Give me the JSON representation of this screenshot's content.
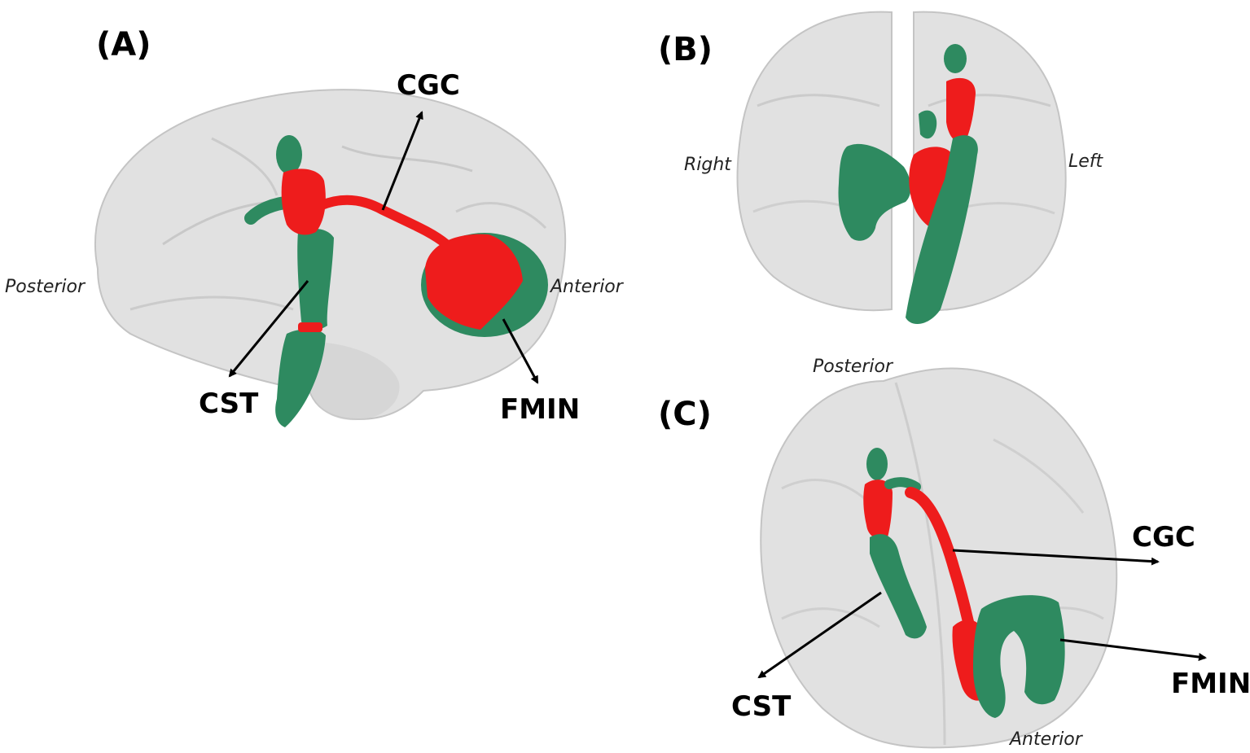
{
  "panels": {
    "a": {
      "label": "(A)",
      "orientation": {
        "posterior": "Posterior",
        "anterior": "Anterior"
      },
      "tracts": {
        "cgc": "CGC",
        "cst": "CST",
        "fmin": "FMIN"
      }
    },
    "b": {
      "label": "(B)",
      "orientation": {
        "right": "Right",
        "left": "Left"
      }
    },
    "c": {
      "label": "(C)",
      "orientation": {
        "posterior": "Posterior",
        "anterior": "Anterior"
      },
      "tracts": {
        "cgc": "CGC",
        "cst": "CST",
        "fmin": "FMIN"
      }
    }
  },
  "colors": {
    "significant_tract": "#ee1c1c",
    "tract": "#2e8a60",
    "brain_fill": "#d4d4d4",
    "arrow": "#000000"
  }
}
